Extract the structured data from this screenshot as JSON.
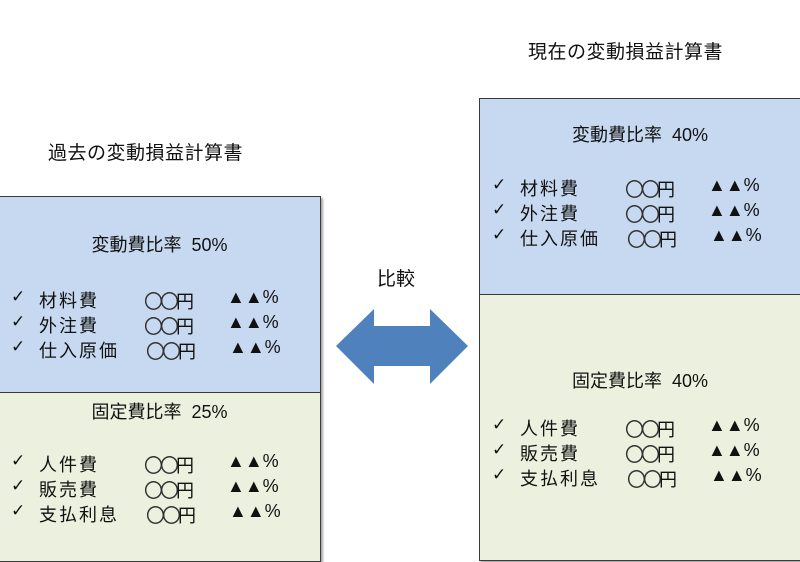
{
  "compare_label": "比較",
  "arrow_color": "#4f81bd",
  "past": {
    "title": "過去の変動損益計算書",
    "variable": {
      "label": "変動費比率",
      "ratio": "50%",
      "color": "#c6d9f0",
      "items": [
        {
          "check": "✓",
          "name": "材料費",
          "amount_symbol": "〇〇",
          "unit": "円",
          "ratio": "▲▲%"
        },
        {
          "check": "✓",
          "name": "外注費",
          "amount_symbol": "〇〇",
          "unit": "円",
          "ratio": "▲▲%"
        },
        {
          "check": "✓",
          "name": "仕入原価",
          "amount_symbol": "〇〇",
          "unit": "円",
          "ratio": "▲▲%"
        }
      ]
    },
    "fixed": {
      "label": "固定費比率",
      "ratio": "25%",
      "color": "#ebf1de",
      "items": [
        {
          "check": "✓",
          "name": "人件費",
          "amount_symbol": "〇〇",
          "unit": "円",
          "ratio": "▲▲%"
        },
        {
          "check": "✓",
          "name": "販売費",
          "amount_symbol": "〇〇",
          "unit": "円",
          "ratio": "▲▲%"
        },
        {
          "check": "✓",
          "name": "支払利息",
          "amount_symbol": "〇〇",
          "unit": "円",
          "ratio": "▲▲%"
        }
      ]
    }
  },
  "current": {
    "title": "現在の変動損益計算書",
    "variable": {
      "label": "変動費比率",
      "ratio": "40%",
      "color": "#c6d9f0",
      "items": [
        {
          "check": "✓",
          "name": "材料費",
          "amount_symbol": "〇〇",
          "unit": "円",
          "ratio": "▲▲%"
        },
        {
          "check": "✓",
          "name": "外注費",
          "amount_symbol": "〇〇",
          "unit": "円",
          "ratio": "▲▲%"
        },
        {
          "check": "✓",
          "name": "仕入原価",
          "amount_symbol": "〇〇",
          "unit": "円",
          "ratio": "▲▲%"
        }
      ]
    },
    "fixed": {
      "label": "固定費比率",
      "ratio": "40%",
      "color": "#ebf1de",
      "items": [
        {
          "check": "✓",
          "name": "人件費",
          "amount_symbol": "〇〇",
          "unit": "円",
          "ratio": "▲▲%"
        },
        {
          "check": "✓",
          "name": "販売費",
          "amount_symbol": "〇〇",
          "unit": "円",
          "ratio": "▲▲%"
        },
        {
          "check": "✓",
          "name": "支払利息",
          "amount_symbol": "〇〇",
          "unit": "円",
          "ratio": "▲▲%"
        }
      ]
    }
  }
}
